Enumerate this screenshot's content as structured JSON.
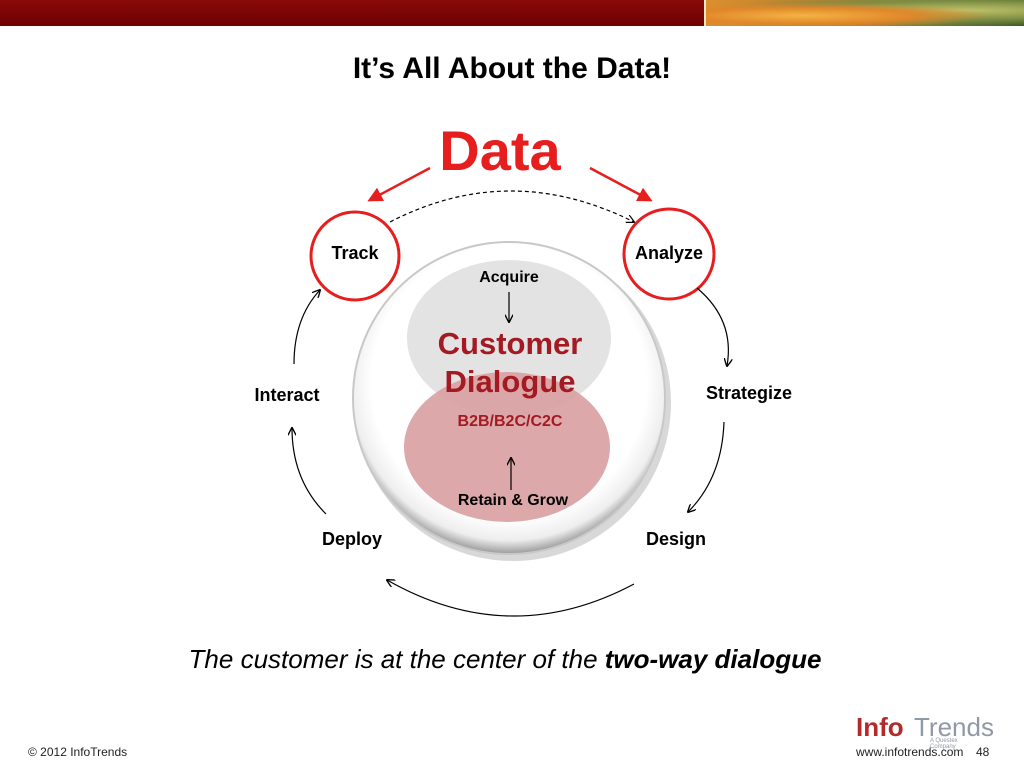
{
  "slide": {
    "title": "It’s All About the Data!",
    "center_word": "Data",
    "tagline_plain": "The customer is at the center of the ",
    "tagline_bold": "two-way dialogue"
  },
  "cycle": {
    "track": "Track",
    "analyze": "Analyze",
    "strategize": "Strategize",
    "design": "Design",
    "deploy": "Deploy",
    "interact": "Interact"
  },
  "center": {
    "acquire": "Acquire",
    "title_line1": "Customer",
    "title_line2": "Dialogue",
    "subtitle": "B2B/B2C/C2C",
    "retain": "Retain & Grow"
  },
  "footer": {
    "copyright": "© 2012 InfoTrends",
    "website": "www.infotrends.com",
    "page": "48",
    "logo_info": "Info",
    "logo_trends": "Trends",
    "logo_tagline": "A Questex Company"
  },
  "colors": {
    "accent_red": "#e61e1e",
    "header_maroon": "#7a0000",
    "dialogue_red": "#a31a22",
    "retain_pink": "#d9a1a2",
    "acquire_gray": "#e3e3e3"
  }
}
